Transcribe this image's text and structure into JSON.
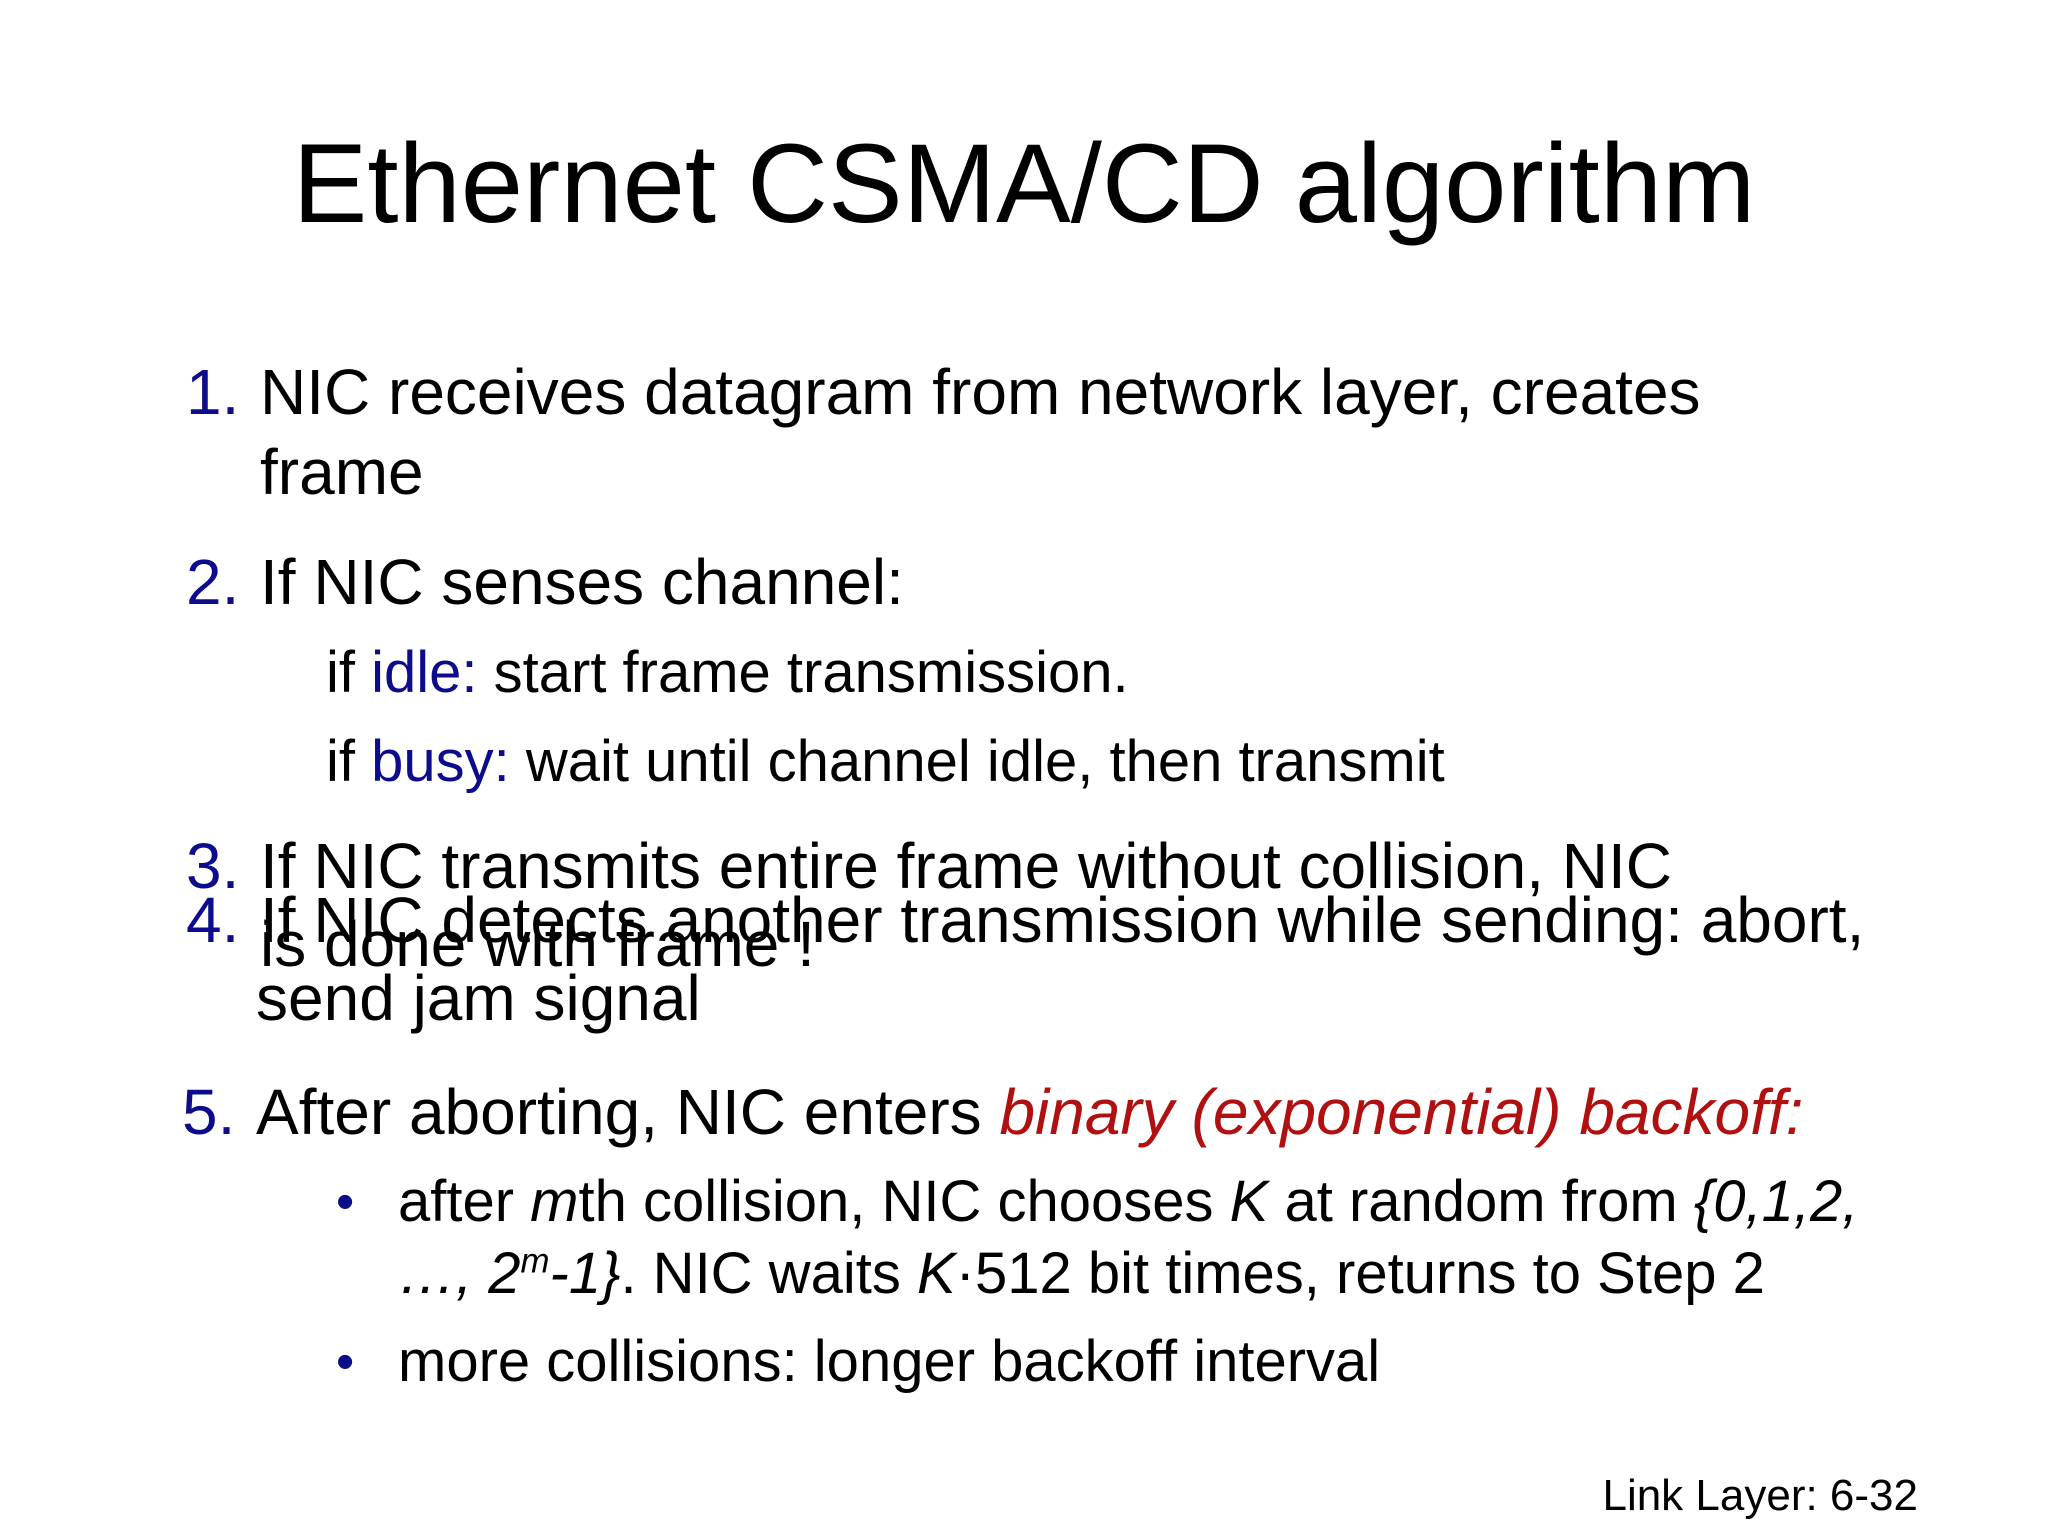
{
  "slide": {
    "title": "Ethernet CSMA/CD algorithm",
    "steps": [
      {
        "number": "1.",
        "line1": "NIC receives datagram from network layer, creates",
        "line2": "frame"
      },
      {
        "number": "2.",
        "line1": "If NIC senses channel:"
      },
      {
        "number": "3.",
        "line1": "If NIC transmits entire frame without collision, NIC",
        "line2": "is done with frame !"
      },
      {
        "number": "4.",
        "line1": "If NIC detects another transmission while sending:  abort,",
        "line2": "send jam signal"
      },
      {
        "number": "5.",
        "line1_prefix": "After aborting, NIC enters ",
        "line1_em": "binary (exponential) backoff:"
      }
    ],
    "channel_cases": [
      {
        "if": "if ",
        "state": "idle:",
        "action": " start frame transmission."
      },
      {
        "if": "if ",
        "state": "busy:",
        "action": " wait until channel idle, then transmit"
      }
    ],
    "backoff_bullets": {
      "b1_p1": "after ",
      "b1_m": "m",
      "b1_p2": "th collision, NIC chooses ",
      "b1_k": "K",
      "b1_p3": " at random from ",
      "b1_set1": "{0,1,2,",
      "b1_set2a": "…, 2",
      "b1_sup": "m",
      "b1_set2b": "-1}",
      "b1_p4": ". NIC waits ",
      "b1_k2": "K",
      "b1_dot": "·",
      "b1_p5": "512 bit times, returns to Step 2",
      "b2": "more collisions: longer backoff interval",
      "bullet_char": "•"
    },
    "footer": "Link Layer: 6-32"
  }
}
